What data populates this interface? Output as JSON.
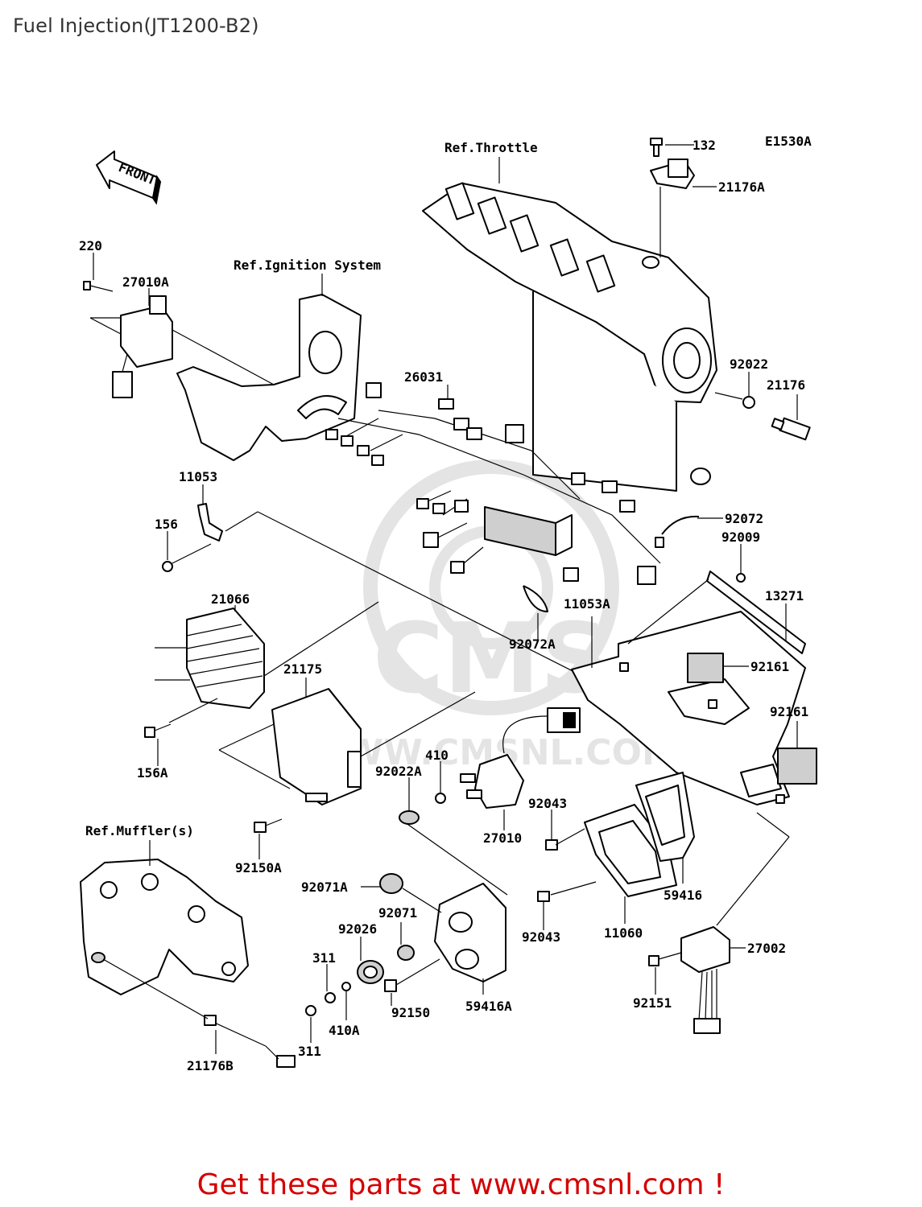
{
  "page": {
    "title": "Fuel Injection(JT1200-B2)",
    "diagram_code": "E1530A",
    "front_label": "FRONT",
    "banner": "Get these parts at www.cmsnl.com !",
    "watermark_text": "WWW.CMSNL.COM"
  },
  "references": [
    "Ref.Throttle",
    "Ref.Ignition System",
    "Ref.Muffler(s)"
  ],
  "part_labels": [
    "132",
    "21176A",
    "220",
    "27010A",
    "26031",
    "92022",
    "21176",
    "11053",
    "156",
    "92072",
    "92009",
    "21066",
    "13271",
    "11053A",
    "92072A",
    "92161",
    "21175",
    "92161",
    "156A",
    "410",
    "92022A",
    "92043",
    "27010",
    "92150A",
    "59416",
    "92071A",
    "92071",
    "92026",
    "92043",
    "11060",
    "27002",
    "311",
    "92150",
    "59416A",
    "410A",
    "92151",
    "311",
    "21176B"
  ]
}
